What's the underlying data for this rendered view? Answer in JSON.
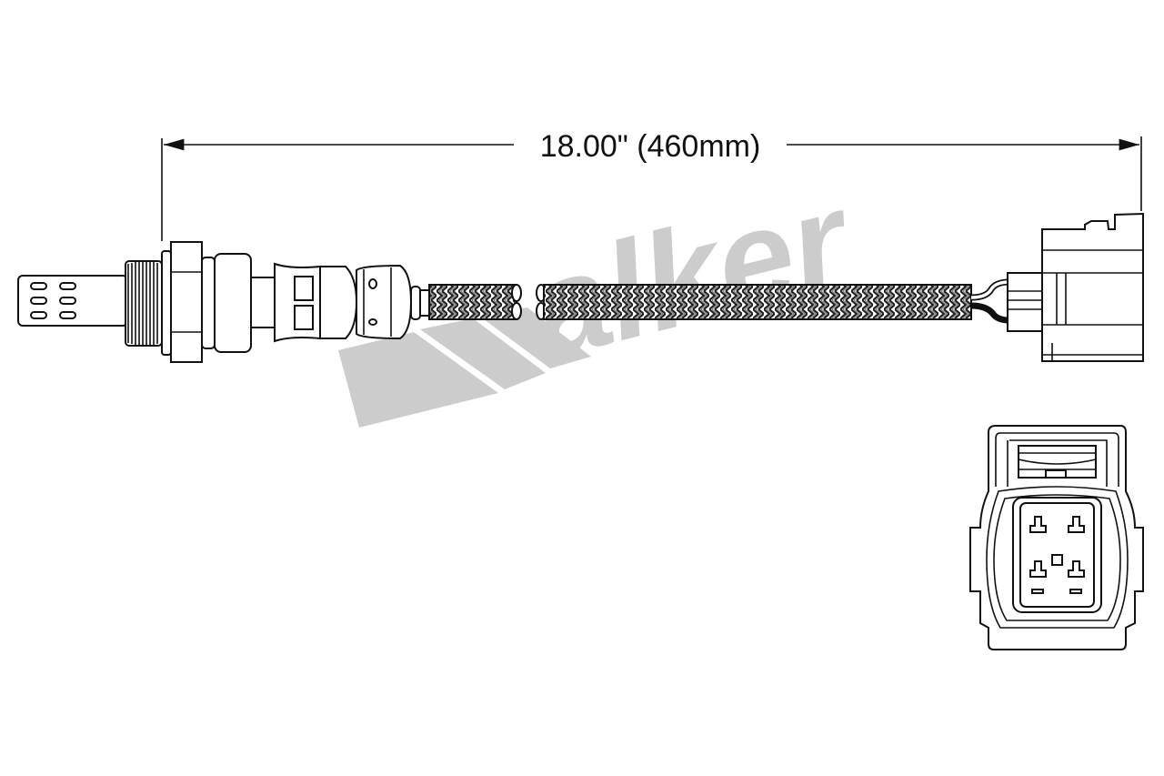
{
  "dimension": {
    "label": "18.00\" (460mm)",
    "inches": 18.0,
    "millimeters": 460
  },
  "watermark": {
    "text": "Walker",
    "color": "#cccccc"
  },
  "colors": {
    "line": "#111111",
    "background": "#ffffff"
  },
  "parts": [
    "sensor-probe",
    "threaded-body",
    "hex-nut",
    "sensor-body",
    "braided-cable",
    "wire-leads",
    "connector-side-view",
    "connector-front-view"
  ],
  "connector": {
    "pin_count": 4
  }
}
